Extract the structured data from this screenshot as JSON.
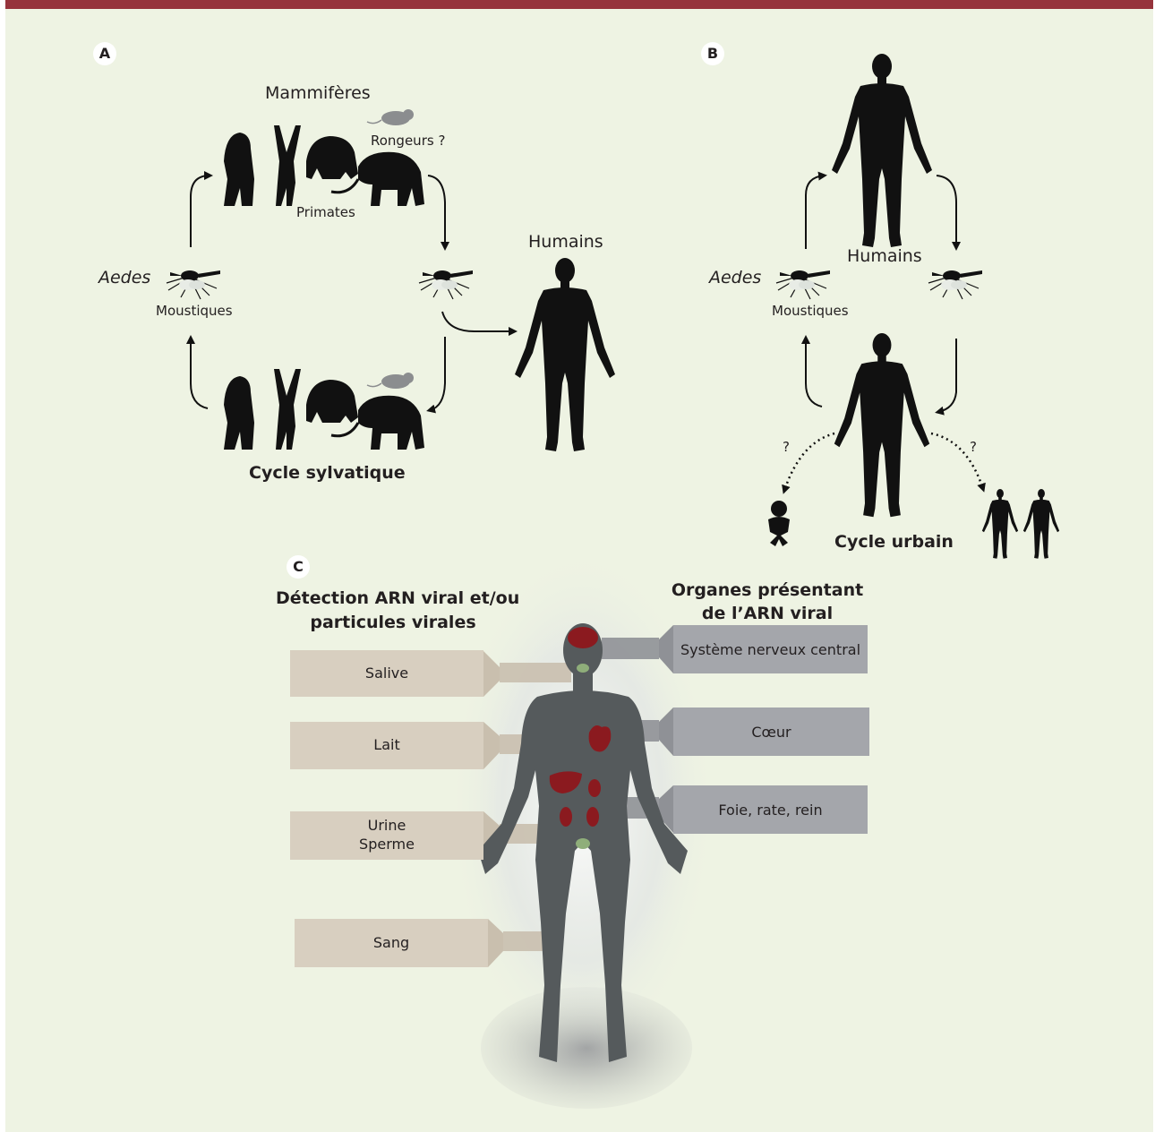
{
  "panels": {
    "a": {
      "badge": "A",
      "mammals_label": "Mammifères",
      "rodents_label": "Rongeurs ?",
      "primates_label": "Primates",
      "aedes_label": "Aedes",
      "mosquitoes_label": "Moustiques",
      "humans_label": "Humains",
      "cycle_label": "Cycle sylvatique"
    },
    "b": {
      "badge": "B",
      "aedes_label": "Aedes",
      "mosquitoes_label": "Moustiques",
      "humans_label": "Humains",
      "question_left": "?",
      "question_right": "?",
      "cycle_label": "Cycle urbain"
    },
    "c": {
      "badge": "C",
      "left_heading_line1": "Détection ARN viral et/ou",
      "left_heading_line2": "particules virales",
      "right_heading_line1": "Organes présentant",
      "right_heading_line2": "de l’ARN viral",
      "fluids": [
        "Salive",
        "Lait",
        "Urine",
        "Sperme",
        "Sang"
      ],
      "organs": [
        "Système nerveux central",
        "Cœur",
        "Foie, rate, rein"
      ]
    }
  },
  "colors": {
    "background": "#eef3e3",
    "top_bar": "#96333c",
    "silhouette": "#111111",
    "fluid_box": "#d8cfc0",
    "organ_box": "#a4a6ab",
    "body": "#555a5c",
    "organ_red": "#8b1a1f"
  }
}
